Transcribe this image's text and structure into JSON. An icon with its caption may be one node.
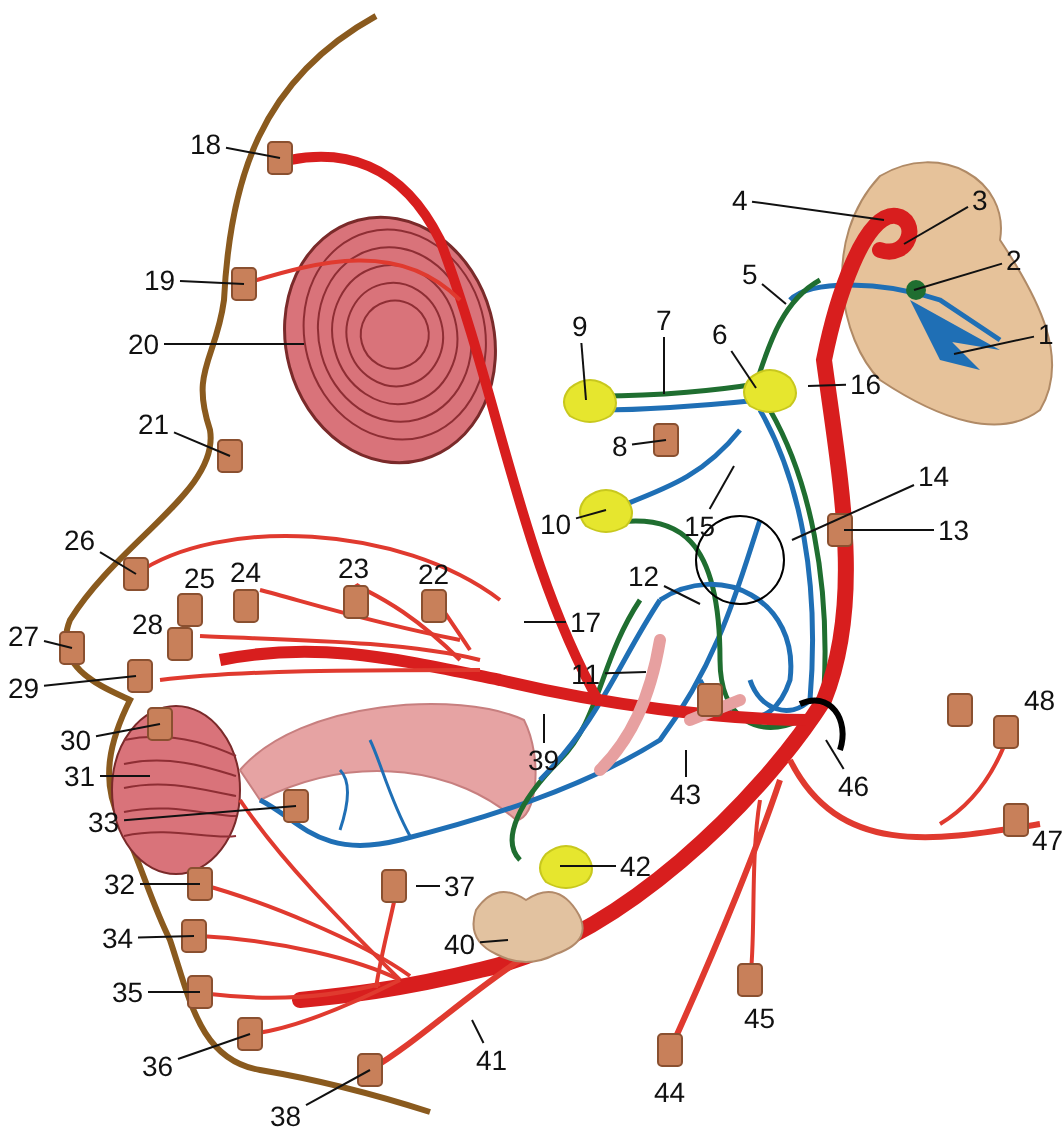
{
  "diagram": {
    "nodes": [
      {
        "text": [
          "1"
        ]
      },
      {
        "text": [
          "2"
        ]
      },
      {
        "text": [
          "3"
        ]
      },
      {
        "text": [
          "4"
        ]
      },
      {
        "text": [
          "5"
        ]
      },
      {
        "text": [
          "6"
        ]
      },
      {
        "text": [
          "7"
        ]
      },
      {
        "text": [
          "8"
        ]
      },
      {
        "text": [
          "9"
        ]
      },
      {
        "text": [
          "10"
        ]
      },
      {
        "text": [
          "11"
        ]
      },
      {
        "text": [
          "12"
        ]
      },
      {
        "text": [
          "13"
        ]
      },
      {
        "text": [
          "14"
        ]
      },
      {
        "text": [
          "15"
        ]
      },
      {
        "text": [
          "16"
        ]
      },
      {
        "text": [
          "17"
        ]
      },
      {
        "text": [
          "18"
        ]
      },
      {
        "text": [
          "19"
        ]
      },
      {
        "text": [
          "20"
        ]
      },
      {
        "text": [
          "21"
        ]
      },
      {
        "text": [
          "26"
        ]
      },
      {
        "text": [
          "27"
        ]
      },
      {
        "text": [
          "29"
        ]
      },
      {
        "text": [
          "30"
        ]
      },
      {
        "text": [
          "31"
        ]
      },
      {
        "text": [
          "32"
        ]
      },
      {
        "text": [
          "33"
        ]
      },
      {
        "text": [
          "34"
        ]
      },
      {
        "text": [
          "35"
        ]
      },
      {
        "text": [
          "36"
        ]
      },
      {
        "text": [
          "37"
        ]
      },
      {
        "text": [
          "38"
        ]
      },
      {
        "text": [
          "39"
        ]
      },
      {
        "text": [
          "40"
        ]
      },
      {
        "text": [
          "41"
        ]
      },
      {
        "text": [
          "42"
        ]
      },
      {
        "text": [
          "43"
        ]
      },
      {
        "text": [
          "46"
        ]
      }
    ],
    "edges": [
      {
        "from": 0,
        "to": null,
        "arrow": "none"
      },
      {
        "from": 1,
        "to": null,
        "arrow": "none"
      },
      {
        "from": 2,
        "to": null,
        "arrow": "none"
      },
      {
        "from": 3,
        "to": null,
        "arrow": "none"
      },
      {
        "from": 4,
        "to": null,
        "arrow": "none"
      },
      {
        "from": 5,
        "to": null,
        "arrow": "none"
      },
      {
        "from": 6,
        "to": null,
        "arrow": "none"
      },
      {
        "from": 7,
        "to": null,
        "arrow": "none"
      },
      {
        "from": 8,
        "to": null,
        "arrow": "none"
      },
      {
        "from": 9,
        "to": null,
        "arrow": "none"
      },
      {
        "from": 10,
        "to": null,
        "arrow": "none"
      },
      {
        "from": 11,
        "to": null,
        "arrow": "none"
      },
      {
        "from": 12,
        "to": null,
        "arrow": "none"
      },
      {
        "from": 13,
        "to": null,
        "arrow": "none"
      },
      {
        "from": 14,
        "to": null,
        "arrow": "none"
      },
      {
        "from": 15,
        "to": null,
        "arrow": "none"
      },
      {
        "from": 16,
        "to": null,
        "arrow": "none"
      },
      {
        "from": 17,
        "to": null,
        "arrow": "none"
      },
      {
        "from": 18,
        "to": null,
        "arrow": "none"
      },
      {
        "from": 19,
        "to": null,
        "arrow": "none"
      },
      {
        "from": 20,
        "to": null,
        "arrow": "none"
      },
      {
        "from": 21,
        "to": null,
        "arrow": "none"
      },
      {
        "from": 22,
        "to": null,
        "arrow": "none"
      },
      {
        "from": 23,
        "to": null,
        "arrow": "none"
      },
      {
        "from": 24,
        "to": null,
        "arrow": "none"
      },
      {
        "from": 25,
        "to": null,
        "arrow": "none"
      },
      {
        "from": 26,
        "to": null,
        "arrow": "none"
      },
      {
        "from": 27,
        "to": null,
        "arrow": "none"
      },
      {
        "from": 28,
        "to": null,
        "arrow": "none"
      },
      {
        "from": 29,
        "to": null,
        "arrow": "none"
      },
      {
        "from": 30,
        "to": null,
        "arrow": "none"
      },
      {
        "from": 31,
        "to": null,
        "arrow": "none"
      },
      {
        "from": 32,
        "to": null,
        "arrow": "none"
      },
      {
        "from": 33,
        "to": null,
        "arrow": "none"
      },
      {
        "from": 34,
        "to": null,
        "arrow": "none"
      },
      {
        "from": 35,
        "to": null,
        "arrow": "none"
      },
      {
        "from": 36,
        "to": null,
        "arrow": "none"
      },
      {
        "from": 37,
        "to": null,
        "arrow": "none"
      },
      {
        "from": 38,
        "to": null,
        "arrow": "none"
      }
    ],
    "labels": [
      "22",
      "23",
      "24",
      "25",
      "28",
      "44",
      "45",
      "47",
      "48"
    ]
  }
}
